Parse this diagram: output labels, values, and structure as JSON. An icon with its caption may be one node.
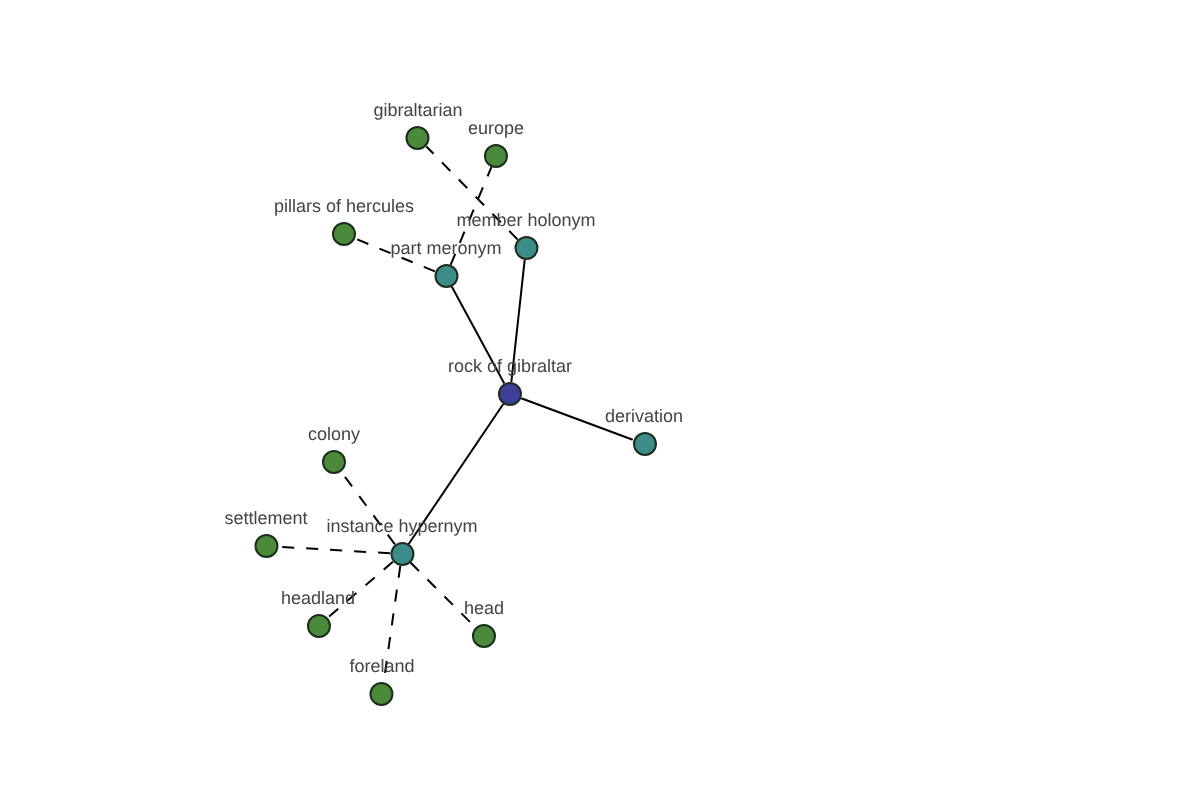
{
  "diagram": {
    "nodes": [
      {
        "text": [
          "rock of gibraltar"
        ]
      },
      {
        "text": [
          "member holonym"
        ]
      },
      {
        "text": [
          "part meronym"
        ]
      },
      {
        "text": [
          "derivation"
        ]
      },
      {
        "text": [
          "instance hypernym"
        ]
      },
      {
        "text": [
          "gibraltarian"
        ]
      },
      {
        "text": [
          "europe"
        ]
      },
      {
        "text": [
          "pillars of hercules"
        ]
      },
      {
        "text": [
          "colony"
        ]
      },
      {
        "text": [
          "settlement"
        ]
      },
      {
        "text": [
          "headland"
        ]
      },
      {
        "text": [
          "head"
        ]
      },
      {
        "text": [
          "foreland"
        ]
      }
    ],
    "edges": [
      {
        "from": 0,
        "to": 1,
        "arrow": "none"
      },
      {
        "from": 0,
        "to": 2,
        "arrow": "none"
      },
      {
        "from": 0,
        "to": 3,
        "arrow": "none"
      },
      {
        "from": 0,
        "to": 4,
        "arrow": "none"
      },
      {
        "from": 1,
        "to": 5,
        "arrow": "none",
        "style": "dashed"
      },
      {
        "from": 2,
        "to": 6,
        "arrow": "none",
        "style": "dashed"
      },
      {
        "from": 2,
        "to": 7,
        "arrow": "none",
        "style": "dashed"
      },
      {
        "from": 4,
        "to": 8,
        "arrow": "none",
        "style": "dashed"
      },
      {
        "from": 4,
        "to": 9,
        "arrow": "none",
        "style": "dashed"
      },
      {
        "from": 4,
        "to": 10,
        "arrow": "none",
        "style": "dashed"
      },
      {
        "from": 4,
        "to": 11,
        "arrow": "none",
        "style": "dashed"
      },
      {
        "from": 4,
        "to": 12,
        "arrow": "none",
        "style": "dashed"
      }
    ]
  }
}
